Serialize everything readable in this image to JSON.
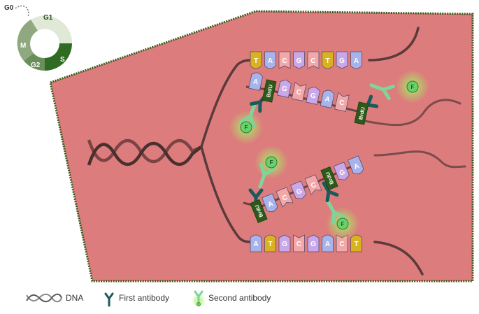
{
  "cell_cycle": {
    "g0": "G0",
    "g1": "G1",
    "s": "S",
    "g2": "G2",
    "m": "M"
  },
  "strands": {
    "top_template": [
      "T",
      "A",
      "C",
      "G",
      "C",
      "T",
      "G",
      "A"
    ],
    "top_new": [
      "A",
      "",
      "G",
      "C",
      "G",
      "A",
      "C",
      ""
    ],
    "bottom_new": [
      "",
      "A",
      "C",
      "G",
      "C",
      "",
      "G",
      "A"
    ],
    "bottom_template": [
      "A",
      "T",
      "G",
      "C",
      "G",
      "A",
      "C",
      "T"
    ]
  },
  "labels": {
    "brdu": "BrdU",
    "fluor": "F"
  },
  "legend": {
    "dna": "DNA",
    "first_antibody": "First antibody",
    "second_antibody": "Second antibody"
  },
  "colors": {
    "cell_fill": "#dd7c7c",
    "cell_border": "#3a5a1e",
    "strand": "#5a3a3a",
    "antibody": "#1a5a5a",
    "second_antibody": "#7fd49a",
    "glow": "#a6ee66",
    "brdu": "#2d5a1a",
    "base_T": "#d9b21f",
    "base_A": "#a7b3ea",
    "base_C": "#f2a8a8",
    "base_G": "#c9a8ea"
  }
}
